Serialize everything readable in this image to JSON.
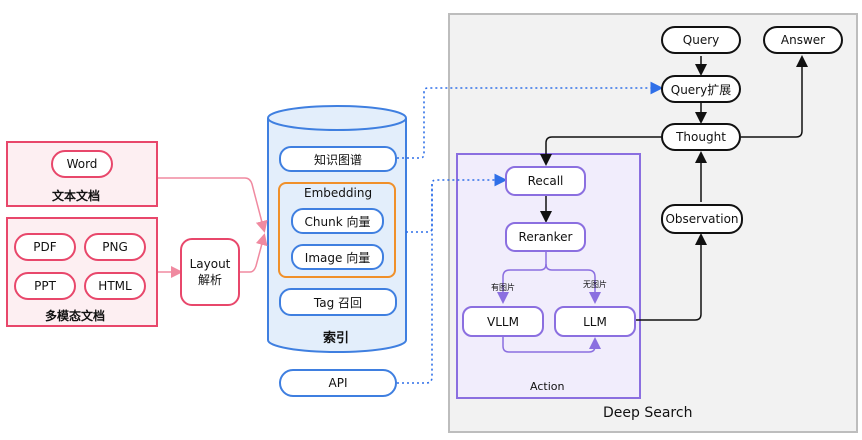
{
  "sources": {
    "text_docs": {
      "title": "文本文档",
      "items": [
        "Word"
      ]
    },
    "multimodal_docs": {
      "title": "多模态文档",
      "items": [
        "PDF",
        "PNG",
        "PPT",
        "HTML"
      ]
    }
  },
  "layout_parse": {
    "label_line1": "Layout",
    "label_line2": "解析"
  },
  "index": {
    "title": "索引",
    "knowledge_graph": "知识图谱",
    "embedding": {
      "title": "Embedding",
      "chunk": "Chunk 向量",
      "image": "Image 向量"
    },
    "tag": "Tag 召回"
  },
  "api": "API",
  "deep_search": {
    "title": "Deep Search",
    "query": "Query",
    "query_expand": "Query扩展",
    "answer": "Answer",
    "thought": "Thought",
    "observation": "Observation",
    "action": {
      "title": "Action",
      "recall": "Recall",
      "reranker": "Reranker",
      "vllm": "VLLM",
      "llm": "LLM",
      "with_image": "有图片",
      "without_image": "无图片"
    }
  },
  "colors": {
    "red": "#e8476b",
    "red_fill": "#fdeff2",
    "blue": "#3f7fe0",
    "blue_fill": "#e3eefb",
    "purple": "#8b6fe0",
    "purple_fill": "#f1edfc",
    "orange": "#f0902a",
    "gray_fill": "#f2f2f2",
    "dotted_blue": "#2f6fe8"
  }
}
